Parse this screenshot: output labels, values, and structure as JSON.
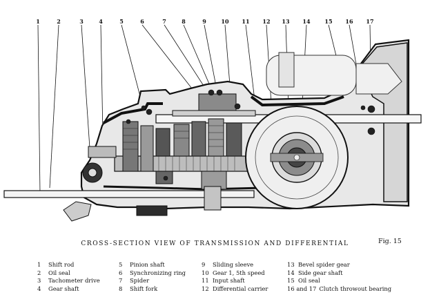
{
  "figure": {
    "label": "Fig. 15",
    "caption": "CROSS-SECTION VIEW OF TRANSMISSION AND DIFFERENTIAL"
  },
  "callout_numbers": [
    "1",
    "2",
    "3",
    "4",
    "5",
    "6",
    "7",
    "8",
    "9",
    "10",
    "11",
    "12",
    "13",
    "14",
    "15",
    "16",
    "17"
  ],
  "legend": {
    "columns": [
      [
        {
          "n": "1",
          "label": "Shift rod"
        },
        {
          "n": "2",
          "label": "Oil seal"
        },
        {
          "n": "3",
          "label": "Tachometer drive"
        },
        {
          "n": "4",
          "label": "Gear shaft"
        }
      ],
      [
        {
          "n": "5",
          "label": "Pinion shaft"
        },
        {
          "n": "6",
          "label": "Synchronizing ring"
        },
        {
          "n": "7",
          "label": "Spider"
        },
        {
          "n": "8",
          "label": "Shift fork"
        }
      ],
      [
        {
          "n": "9",
          "label": "Sliding sleeve"
        },
        {
          "n": "10",
          "label": "Gear 1,  5th speed"
        },
        {
          "n": "11",
          "label": "Input shaft"
        },
        {
          "n": "12",
          "label": "Differential carrier"
        }
      ],
      [
        {
          "n": "13",
          "label": "Bevel spider gear"
        },
        {
          "n": "14",
          "label": "Side gear shaft"
        },
        {
          "n": "15",
          "label": "Oil seal"
        },
        {
          "n": "16 and 17",
          "label": "Clutch throwout bearing"
        }
      ]
    ]
  }
}
